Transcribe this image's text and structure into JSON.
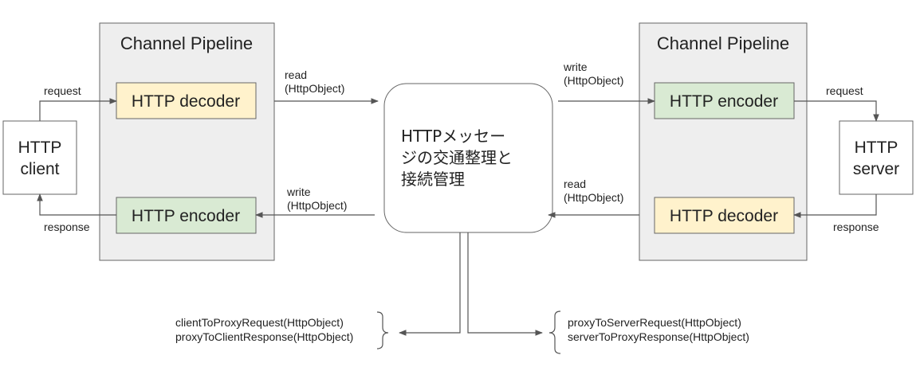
{
  "colors": {
    "pipeline_bg": "#eeeeee",
    "decoder_fill": "#fff2cc",
    "encoder_fill": "#d9ead3",
    "stroke": "#666666",
    "arrow": "#555555",
    "text": "#222222"
  },
  "left_pipeline": {
    "title": "Channel Pipeline",
    "decoder_label": "HTTP decoder",
    "encoder_label": "HTTP encoder"
  },
  "right_pipeline": {
    "title": "Channel Pipeline",
    "encoder_label": "HTTP encoder",
    "decoder_label": "HTTP decoder"
  },
  "client": {
    "line1": "HTTP",
    "line2": "client"
  },
  "server": {
    "line1": "HTTP",
    "line2": "server"
  },
  "center": {
    "line1": "HTTPメッセー",
    "line2": "ジの交通整理と",
    "line3": "接続管理"
  },
  "edge_labels": {
    "client_request": "request",
    "client_response": "response",
    "left_read": "read",
    "left_read_type": "(HttpObject)",
    "left_write": "write",
    "left_write_type": "(HttpObject)",
    "right_write": "write",
    "right_write_type": "(HttpObject)",
    "right_read": "read",
    "right_read_type": "(HttpObject)",
    "server_request": "request",
    "server_response": "response"
  },
  "callbacks": {
    "client_side": [
      "clientToProxyRequest(HttpObject)",
      "proxyToClientResponse(HttpObject)"
    ],
    "server_side": [
      "proxyToServerRequest(HttpObject)",
      "serverToProxyResponse(HttpObject)"
    ]
  }
}
